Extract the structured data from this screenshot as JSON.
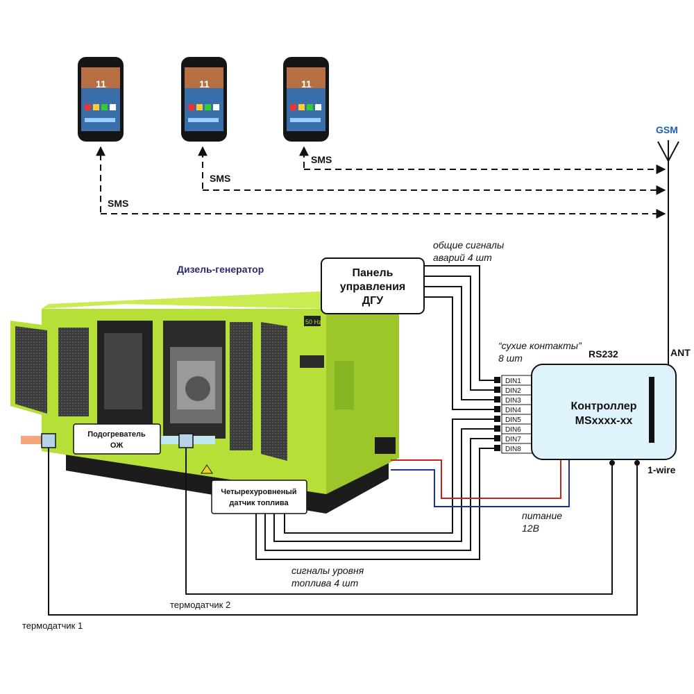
{
  "sms_label": "SMS",
  "gsm_label": "GSM",
  "ant_label": "ANT",
  "rs232_label": "RS232",
  "onewire_label": "1-wire",
  "generator_title": "Дизель-генератор",
  "generator_badge": "50 Hz",
  "panel": {
    "line1": "Панель",
    "line2": "управления",
    "line3": "ДГУ"
  },
  "alarm_note": {
    "line1": "общие сигналы",
    "line2": "аварий 4 шт"
  },
  "dry_contacts": {
    "line1": "“сухие контакты”",
    "line2": "8 шт"
  },
  "controller": {
    "line1": "Контроллер",
    "line2": "MSxxxx-xx"
  },
  "din_inputs": [
    "DIN1",
    "DIN2",
    "DIN3",
    "DIN4",
    "DIN5",
    "DIN6",
    "DIN7",
    "DIN8"
  ],
  "heater": {
    "line1": "Подогреватель",
    "line2": "ОЖ"
  },
  "fuel_sensor": {
    "line1": "Четырехуровненый",
    "line2": "датчик топлива"
  },
  "power_note": {
    "line1": "питание",
    "line2": "12В"
  },
  "fuel_signals": {
    "line1": "сигналы уровня",
    "line2": "топлива 4 шт"
  },
  "thermo1": "термодатчик 1",
  "thermo2": "термодатчик 2",
  "phone_time": "11",
  "colors": {
    "generator_body": "#b6e038",
    "generator_dark": "#1c1c1c",
    "panel_grey": "#4a4a4a",
    "controller_fill": "#dff3fc",
    "power_plus": "#cc1f1f",
    "power_minus": "#1a2fa6",
    "gsm_blue": "#1f5fb0",
    "title_navy": "#2a2a6e",
    "pipe_orange": "#f4a77a",
    "pipe_blue": "#bfe8ef",
    "sensor_fill": "#b7d3ea"
  }
}
